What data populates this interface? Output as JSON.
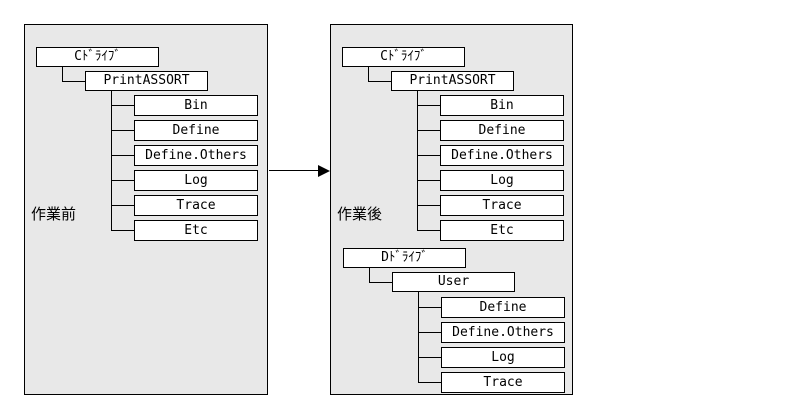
{
  "diagram": {
    "before": {
      "label": "作業前",
      "tree": {
        "root": "Cﾄﾞﾗｲﾌﾞ",
        "dir": "PrintASSORT",
        "folders": [
          "Bin",
          "Define",
          "Define.Others",
          "Log",
          "Trace",
          "Etc"
        ]
      }
    },
    "after": {
      "label": "作業後",
      "tree_c": {
        "root": "Cﾄﾞﾗｲﾌﾞ",
        "dir": "PrintASSORT",
        "folders": [
          "Bin",
          "Define",
          "Define.Others",
          "Log",
          "Trace",
          "Etc"
        ]
      },
      "tree_d": {
        "root": "Dﾄﾞﾗｲﾌﾞ",
        "dir": "User",
        "folders": [
          "Define",
          "Define.Others",
          "Log",
          "Trace"
        ]
      }
    },
    "colors": {
      "panel_bg": "#e8e8e8",
      "node_bg": "#ffffff",
      "line": "#000000"
    }
  }
}
